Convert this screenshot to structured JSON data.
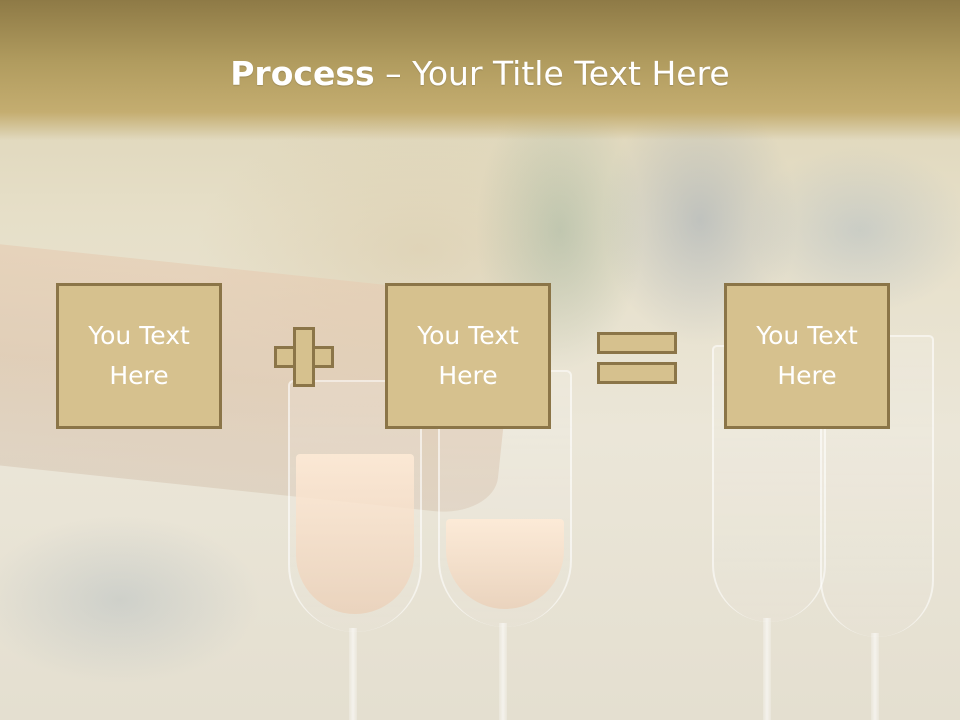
{
  "title": {
    "bold": "Process",
    "rest": " – Your Title Text Here"
  },
  "process": {
    "boxes": [
      {
        "label": "You Text\nHere"
      },
      {
        "label": "You Text\nHere"
      },
      {
        "label": "You Text\nHere"
      }
    ],
    "operators": [
      "plus",
      "equals"
    ]
  },
  "colors": {
    "title_band": "#b19c5f",
    "box_fill": "#d6c18e",
    "box_border": "#8b7548",
    "text": "#ffffff"
  }
}
